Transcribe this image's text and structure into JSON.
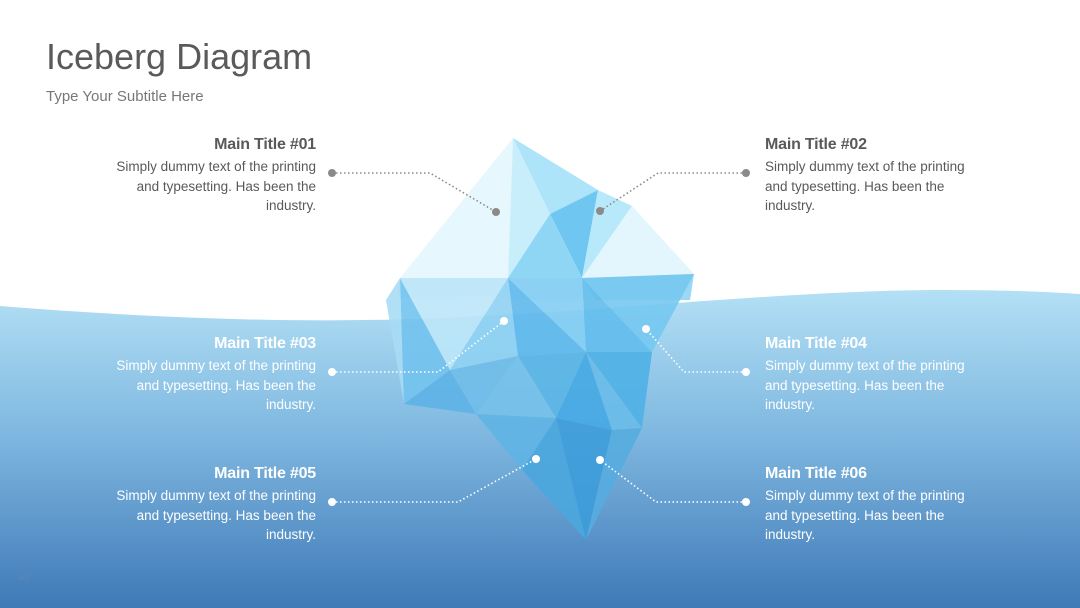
{
  "title": "Iceberg Diagram",
  "subtitle": "Type Your Subtitle Here",
  "page_number": "48",
  "colors": {
    "water_top": "#b3e0f5",
    "water_bottom": "#3f79b7",
    "ice_light": "#e6f7fd",
    "ice_mid": "#9fdcf7",
    "ice_dark": "#4aa9e6",
    "connector_dark": "#8a8a8a",
    "connector_light": "#ffffff"
  },
  "callouts": [
    {
      "title": "Main Title #01",
      "text": "Simply dummy text of the printing and typesetting. Has been the industry."
    },
    {
      "title": "Main Title #02",
      "text": "Simply dummy text of the printing and typesetting. Has been the industry."
    },
    {
      "title": "Main Title #03",
      "text": "Simply dummy text of the printing and typesetting. Has been the industry."
    },
    {
      "title": "Main Title #04",
      "text": "Simply dummy text of the printing and typesetting. Has been the industry."
    },
    {
      "title": "Main Title #05",
      "text": "Simply dummy text of the printing and typesetting. Has been the industry."
    },
    {
      "title": "Main Title #06",
      "text": "Simply dummy text of the printing and typesetting. Has been the industry."
    }
  ]
}
